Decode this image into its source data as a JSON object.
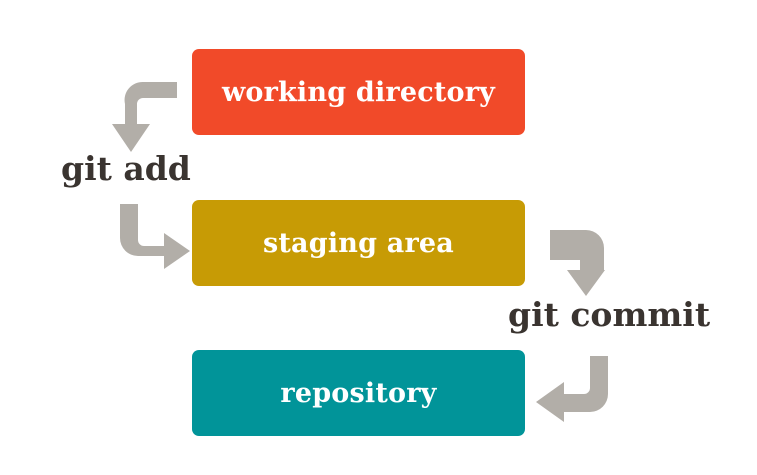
{
  "diagram": {
    "title": "git workflow: working directory, staging area, repository",
    "background_color": "#FFFFFF",
    "arrow_color": "#B2AEA8",
    "label_color": "#3A3430",
    "boxes": [
      {
        "id": "working-directory",
        "label": "working directory",
        "color": "#F14A29",
        "text_color": "#FFFFFF"
      },
      {
        "id": "staging-area",
        "label": "staging area",
        "color": "#C79B05",
        "text_color": "#FFFFFF"
      },
      {
        "id": "repository",
        "label": "repository",
        "color": "#019499",
        "text_color": "#FFFFFF"
      }
    ],
    "commands": [
      {
        "id": "git-add",
        "label": "git add",
        "from": "working directory",
        "to": "staging area"
      },
      {
        "id": "git-commit",
        "label": "git commit",
        "from": "staging area",
        "to": "repository"
      }
    ],
    "arrows": [
      {
        "id": "arrow-add-down",
        "icon": "arrow-down-elbow-icon",
        "direction": "down",
        "from": "working directory",
        "to": "git add"
      },
      {
        "id": "arrow-add-right",
        "icon": "arrow-right-elbow-icon",
        "direction": "right",
        "from": "git add",
        "to": "staging area"
      },
      {
        "id": "arrow-commit-down",
        "icon": "arrow-down-elbow-icon",
        "direction": "down",
        "from": "staging area",
        "to": "git commit"
      },
      {
        "id": "arrow-commit-left",
        "icon": "arrow-left-elbow-icon",
        "direction": "left",
        "from": "git commit",
        "to": "repository"
      }
    ]
  }
}
